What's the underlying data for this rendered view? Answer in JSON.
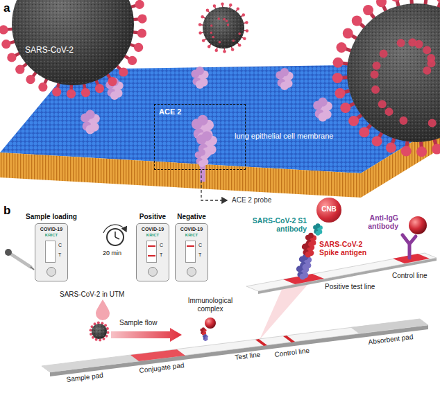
{
  "diagram": {
    "nodes": [
      {
        "text": [
          "ACE 2"
        ]
      },
      {
        "text": [
          "Sample loading",
          "COVID-19",
          "KRICT",
          "C",
          "T"
        ]
      },
      {
        "text": [
          "Positive",
          "COVID-19",
          "KRICT",
          "C",
          "T"
        ]
      },
      {
        "text": [
          "Negative",
          "COVID-19",
          "KRICT",
          "C",
          "T"
        ]
      },
      {
        "text": [
          "CNB"
        ]
      }
    ],
    "labels": [
      "a",
      "SARS-CoV-2",
      "lung epithelial cell membrane",
      "b",
      "20 min",
      "ACE 2 probe",
      "SARS-CoV-2 S1 antibody",
      "SARS-CoV-2 Spike antigen",
      "Anti-IgG antibody",
      "Positive test line",
      "Control line",
      "SARS-CoV-2 in UTM",
      "Sample flow",
      "Immunological complex",
      "Sample pad",
      "Conjugate pad",
      "Test line",
      "Control line",
      "Absorbent pad"
    ]
  }
}
